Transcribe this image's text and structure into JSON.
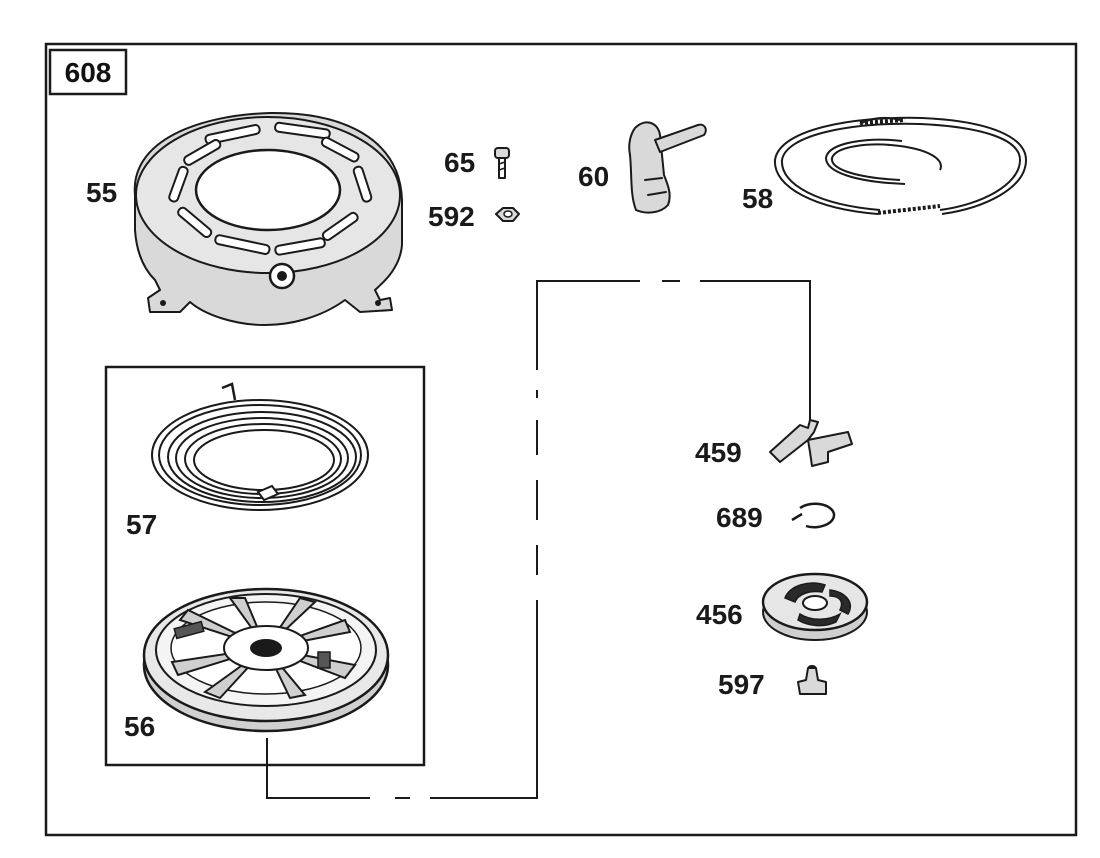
{
  "diagram": {
    "id_label": "608",
    "parts": [
      {
        "ref": "55"
      },
      {
        "ref": "65"
      },
      {
        "ref": "592"
      },
      {
        "ref": "60"
      },
      {
        "ref": "58"
      },
      {
        "ref": "57"
      },
      {
        "ref": "56"
      },
      {
        "ref": "459"
      },
      {
        "ref": "689"
      },
      {
        "ref": "456"
      },
      {
        "ref": "597"
      }
    ]
  }
}
